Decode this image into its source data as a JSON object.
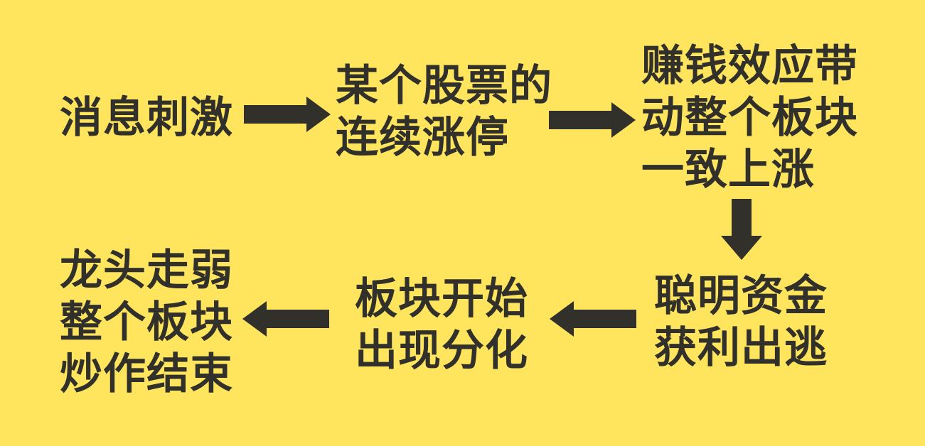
{
  "colors": {
    "background": "#FFE55E",
    "ink": "#31302B"
  },
  "flow": {
    "nodes": [
      {
        "id": "news-stimulus",
        "lines": [
          "消息刺激"
        ]
      },
      {
        "id": "stock-limit-up",
        "lines": [
          "某个股票的",
          "连续涨停"
        ]
      },
      {
        "id": "sector-rally",
        "lines": [
          "赚钱效应带",
          "动整个板块",
          "一致上涨"
        ]
      },
      {
        "id": "smart-money-exit",
        "lines": [
          "聪明资金",
          "获利出逃"
        ]
      },
      {
        "id": "sector-divergence",
        "lines": [
          "板块开始",
          "出现分化"
        ]
      },
      {
        "id": "rally-over",
        "lines": [
          "龙头走弱",
          "整个板块",
          "炒作结束"
        ]
      }
    ],
    "connectors": [
      {
        "from": "news-stimulus",
        "to": "stock-limit-up",
        "direction": "right"
      },
      {
        "from": "stock-limit-up",
        "to": "sector-rally",
        "direction": "right"
      },
      {
        "from": "sector-rally",
        "to": "smart-money-exit",
        "direction": "down"
      },
      {
        "from": "smart-money-exit",
        "to": "sector-divergence",
        "direction": "left"
      },
      {
        "from": "sector-divergence",
        "to": "rally-over",
        "direction": "left"
      }
    ]
  }
}
